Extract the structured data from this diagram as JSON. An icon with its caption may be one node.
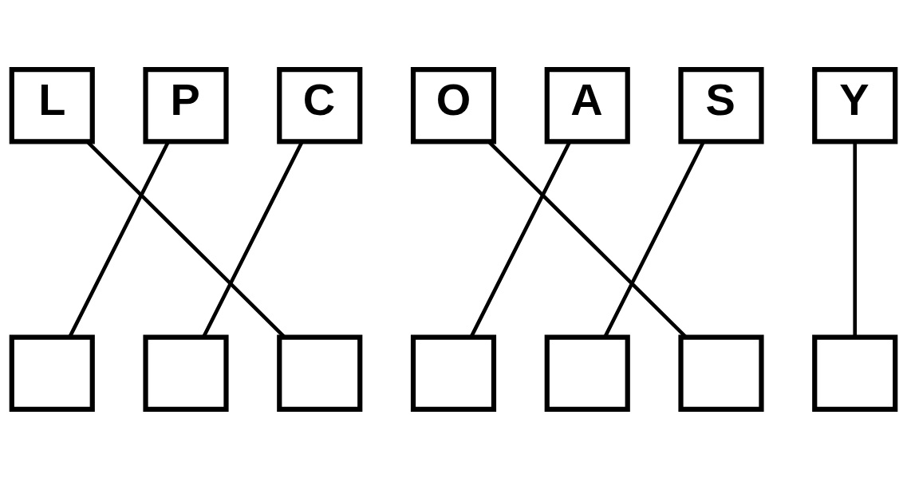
{
  "diagram": {
    "nodes": [
      {
        "text": [
          "L"
        ]
      },
      {
        "text": [
          "P"
        ]
      },
      {
        "text": [
          "C"
        ]
      },
      {
        "text": [
          "O"
        ]
      },
      {
        "text": [
          "A"
        ]
      },
      {
        "text": [
          "S"
        ]
      },
      {
        "text": [
          "Y"
        ]
      },
      {
        "text": [],
        "shape": "box"
      },
      {
        "text": [],
        "shape": "box"
      },
      {
        "text": [],
        "shape": "box"
      },
      {
        "text": [],
        "shape": "box"
      },
      {
        "text": [],
        "shape": "box"
      },
      {
        "text": [],
        "shape": "box"
      },
      {
        "text": [],
        "shape": "box"
      }
    ],
    "edges": [
      {
        "from": 0,
        "to": 9,
        "arrow": "none"
      },
      {
        "from": 1,
        "to": 7,
        "arrow": "none"
      },
      {
        "from": 2,
        "to": 8,
        "arrow": "none"
      },
      {
        "from": 3,
        "to": 12,
        "arrow": "none"
      },
      {
        "from": 4,
        "to": 10,
        "arrow": "none"
      },
      {
        "from": 5,
        "to": 11,
        "arrow": "none"
      },
      {
        "from": 6,
        "to": 13,
        "arrow": "none"
      }
    ]
  }
}
